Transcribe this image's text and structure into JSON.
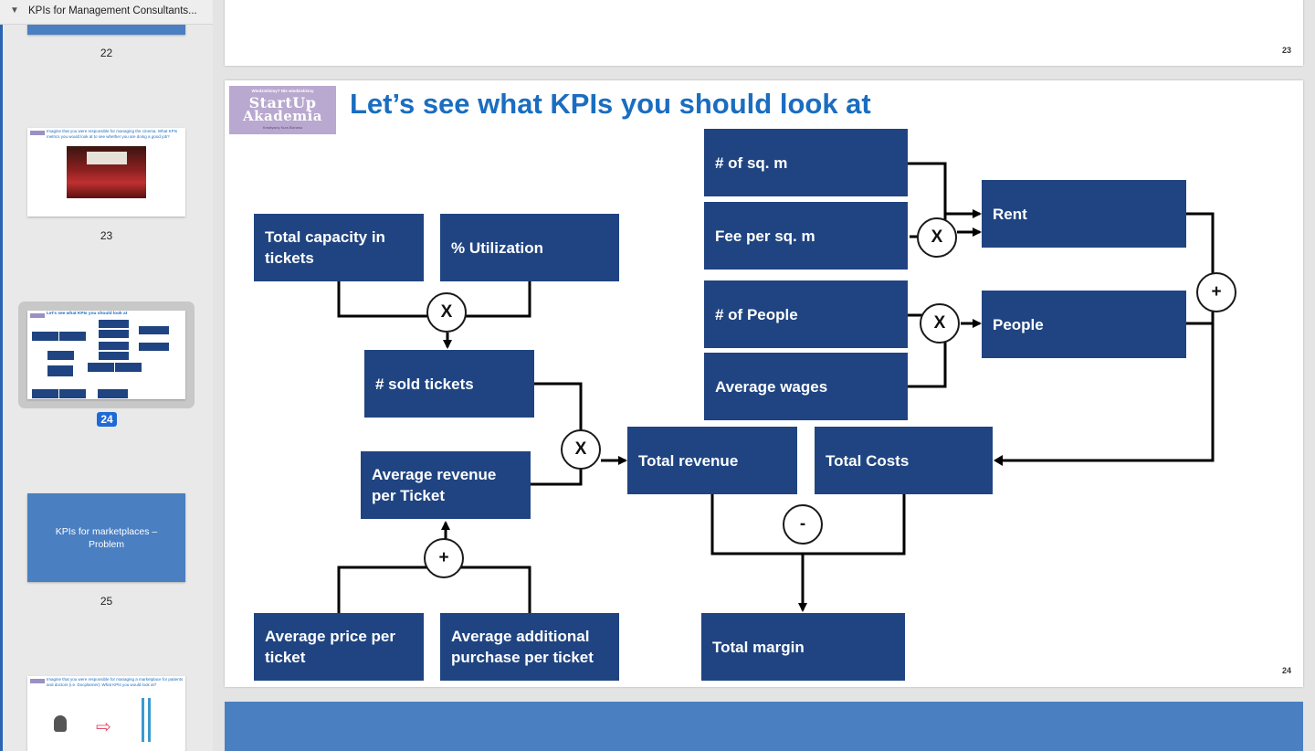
{
  "sidebar": {
    "title": "KPIs for Management Consultants...",
    "thumbs": [
      {
        "number": "22"
      },
      {
        "number": "23",
        "text": "Imagine that you were responsible for managing the cinema. What KPIs metrics you would look at to see whether you are doing a good job?"
      },
      {
        "number": "24",
        "text": "Let's see what KPIs you should look at"
      },
      {
        "number": "25",
        "text": "KPIs for marketplaces – Problem"
      },
      {
        "text": "Imagine that you were responsible for managing a marketplace for patients and doctors (i.e. Docplanner). What KPIs you would look at?"
      }
    ]
  },
  "pages": {
    "prev_number": "23",
    "current_number": "24"
  },
  "slide": {
    "title": "Let’s see what KPIs you should look at",
    "logo": {
      "top": "Wiedzieliśmy? Nie wiedzieliśmy",
      "line1": "StartUp",
      "line2": "Akademia",
      "bottom": "Kreatywny Kurs Biznesu"
    },
    "boxes": {
      "total_capacity": "Total capacity in tickets",
      "utilization": "% Utilization",
      "sold_tickets": "# sold tickets",
      "avg_revenue": "Average revenue per Ticket",
      "avg_price": "Average price per ticket",
      "avg_additional": "Average additional purchase per ticket",
      "sq_m": "#  of sq. m",
      "fee_sq_m": "Fee per sq. m",
      "people_count": "# of People",
      "avg_wages": "Average wages",
      "rent": "Rent",
      "people": "People",
      "total_revenue": "Total revenue",
      "total_costs": "Total Costs",
      "total_margin": "Total margin"
    },
    "operators": {
      "multiply": "X",
      "plus": "+",
      "minus": "-"
    }
  },
  "colors": {
    "box": "#1f4481",
    "title": "#1a6dc1",
    "accent": "#1e6ad6",
    "thumb_blue": "#4a7fc1"
  }
}
